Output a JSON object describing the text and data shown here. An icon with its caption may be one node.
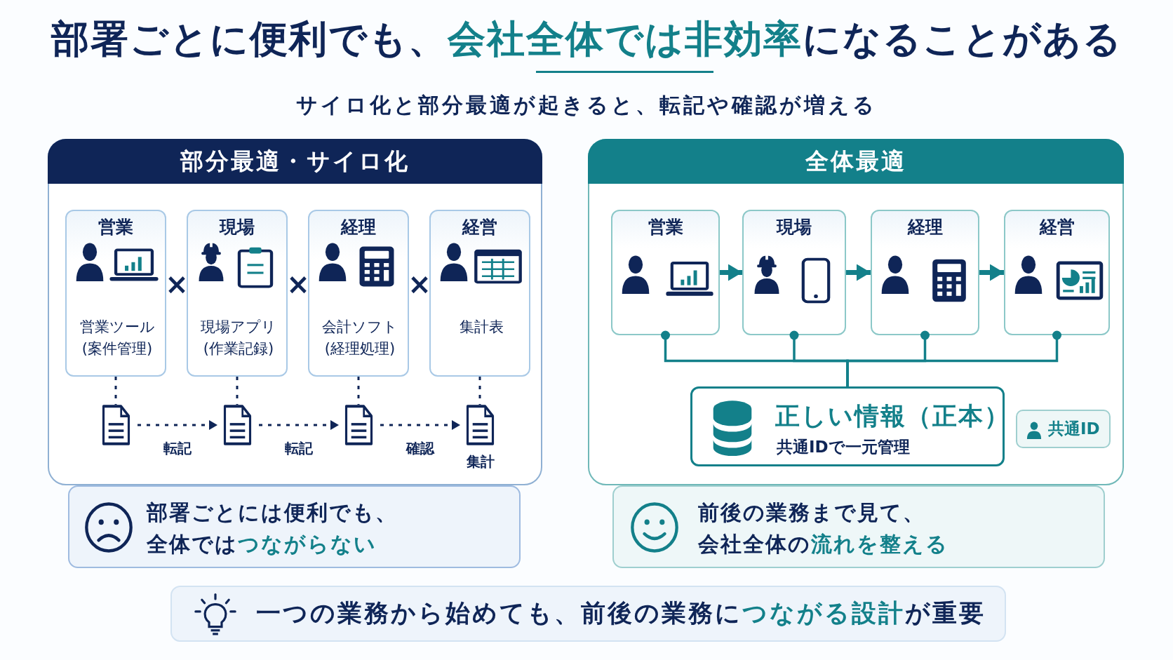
{
  "diagram": {
    "title": "部署ごとに便利でも、**会社全体では非効率**になることがある",
    "nodes": [
      {
        "text": [
          "部分最適・サイロ化"
        ]
      },
      {
        "text": [
          "営業",
          "営業ツール(案件管理)"
        ],
        "in": 0
      },
      {
        "text": [
          "現場",
          "現場アプリ(作業記録)"
        ],
        "in": 0
      },
      {
        "text": [
          "経理",
          "会計ソフト(経理処理)"
        ],
        "in": 0
      },
      {
        "text": [
          "経営",
          "集計表"
        ],
        "in": 0
      },
      {
        "text": [],
        "shape": "document",
        "in": 0
      },
      {
        "text": [],
        "shape": "document",
        "in": 0
      },
      {
        "text": [],
        "shape": "document",
        "in": 0
      },
      {
        "text": [],
        "shape": "document",
        "in": 0,
        "beside": [
          "集計"
        ]
      },
      {
        "text": [
          "部署ごとには便利でも、全体では**つながらない**"
        ]
      },
      {
        "text": [
          "全体最適"
        ]
      },
      {
        "text": [
          "営業"
        ],
        "in": 10
      },
      {
        "text": [
          "現場"
        ],
        "in": 10
      },
      {
        "text": [
          "経理"
        ],
        "in": 10
      },
      {
        "text": [
          "経営"
        ],
        "in": 10
      },
      {
        "text": [
          "正しい情報（正本）",
          "共通IDで一元管理"
        ],
        "in": 10
      },
      {
        "text": [
          "共通ID"
        ],
        "in": 10
      },
      {
        "text": [
          "前後の業務まで見て、会社全体の**流れを整える**"
        ]
      },
      {
        "text": [
          "一つの業務から始めても、前後の業務に**つながる設計**が重要"
        ]
      }
    ],
    "edges": [
      {
        "from": 1,
        "to": 5,
        "arrow": "none",
        "style": "dashed"
      },
      {
        "from": 2,
        "to": 6,
        "arrow": "none",
        "style": "dashed"
      },
      {
        "from": 3,
        "to": 7,
        "arrow": "none",
        "style": "dashed"
      },
      {
        "from": 4,
        "to": 8,
        "arrow": "none",
        "style": "dashed"
      },
      {
        "from": 5,
        "to": 6,
        "arrow": "to",
        "style": "dashed",
        "label": "転記"
      },
      {
        "from": 6,
        "to": 7,
        "arrow": "to",
        "style": "dashed",
        "label": "転記"
      },
      {
        "from": 7,
        "to": 8,
        "arrow": "to",
        "style": "dashed",
        "label": "確認"
      },
      {
        "from": 11,
        "to": 12,
        "arrow": "to",
        "style": "thick",
        "color": "#13808a"
      },
      {
        "from": 12,
        "to": 13,
        "arrow": "to",
        "style": "thick",
        "color": "#13808a"
      },
      {
        "from": 13,
        "to": 14,
        "arrow": "to",
        "style": "thick",
        "color": "#13808a"
      },
      {
        "from": 11,
        "to": 15,
        "arrow": "other",
        "color": "#13808a"
      },
      {
        "from": 12,
        "to": 15,
        "arrow": "other",
        "color": "#13808a"
      },
      {
        "from": 13,
        "to": 15,
        "arrow": "other",
        "color": "#13808a"
      },
      {
        "from": 14,
        "to": 15,
        "arrow": "other",
        "color": "#13808a"
      }
    ],
    "labels": [
      "サイロ化と部分最適が起きると、転記や確認が増える",
      "×",
      "×",
      "×"
    ]
  }
}
